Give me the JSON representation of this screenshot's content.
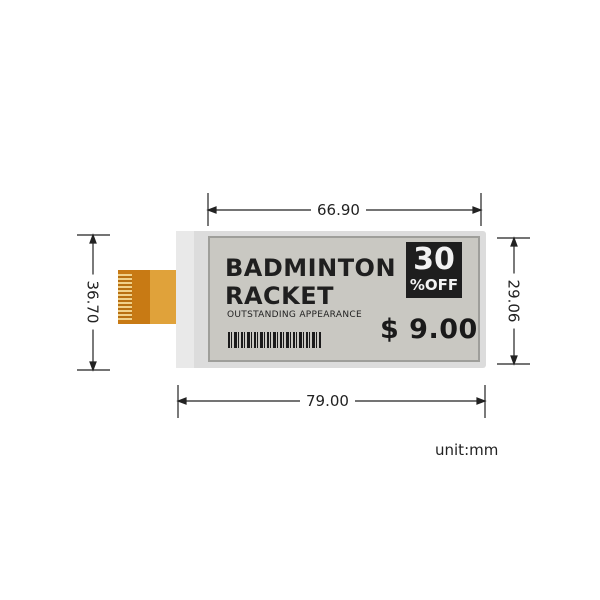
{
  "dimensions": {
    "screen_width": "66.90",
    "total_width": "79.00",
    "total_height": "36.70",
    "screen_height": "29.06",
    "unit": "unit:mm"
  },
  "display": {
    "title_line1": "BADMINTON",
    "title_line2": "RACKET",
    "subtitle": "OUTSTANDING APPEARANCE",
    "badge_percent": "30",
    "badge_off": "%OFF",
    "price": "$ 9.00"
  },
  "colors": {
    "fpc": "#c87a14",
    "screen": "#c9c8c2",
    "badge": "#1e1e1e"
  }
}
